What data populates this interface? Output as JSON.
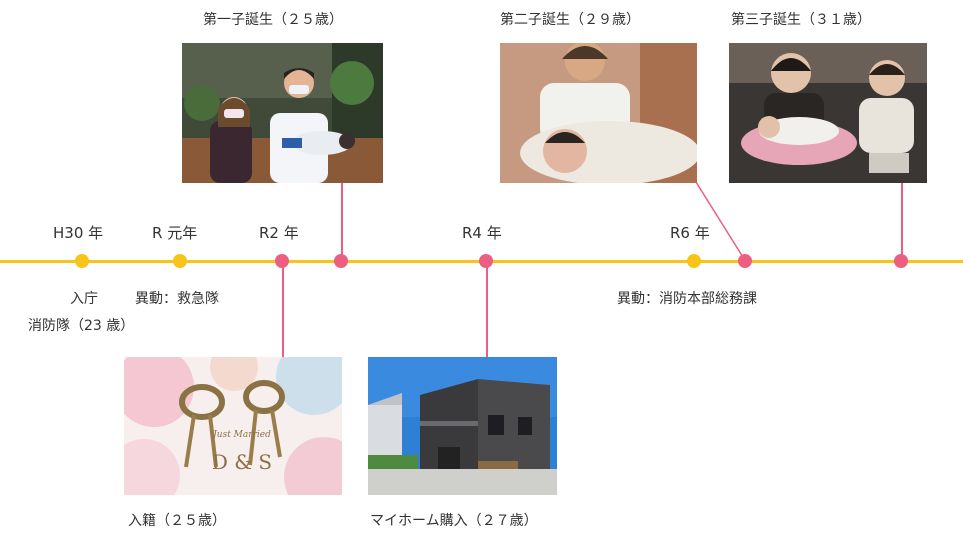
{
  "colors": {
    "timeline": "#f7c41a",
    "event_dot_yellow": "#f7c41a",
    "event_dot_pink": "#ec5f80",
    "connector": "#ec5f80"
  },
  "years": {
    "h30": "H30 年",
    "r1": "R 元年",
    "r2": "R2 年",
    "r4": "R4 年",
    "r6": "R6 年"
  },
  "events": {
    "join_line1": "入庁",
    "join_line2": "消防隊（23 歳）",
    "transfer_ambulance": "異動：救急隊",
    "transfer_hq": "異動：消防本部総務課",
    "first_child": "第一子誕生（２５歳）",
    "second_child": "第二子誕生（２９歳）",
    "third_child": "第三子誕生（３１歳）",
    "marriage": "入籍（２５歳）",
    "home": "マイホーム購入（２７歳）"
  },
  "photos": {
    "first_child": "family-with-newborn-photo",
    "second_child": "sibling-with-newborn-photo",
    "third_child": "siblings-on-sofa-photo",
    "marriage": "wedding-rings-photo",
    "home": "new-house-photo"
  },
  "wedding_card_text": {
    "script": "Just Married",
    "initials": "D & S"
  }
}
